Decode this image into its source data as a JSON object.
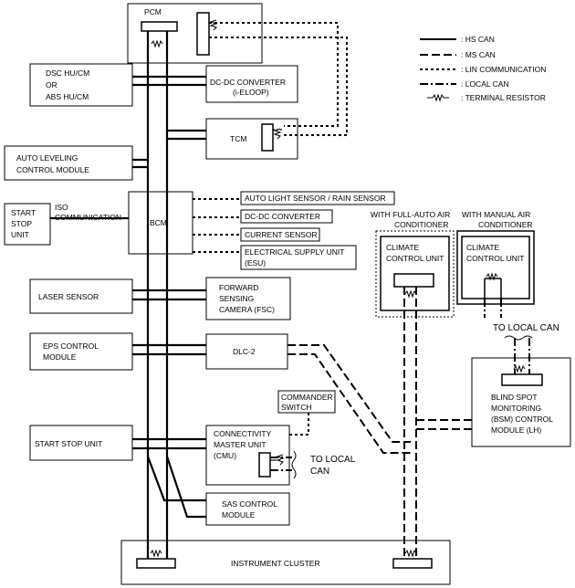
{
  "modules": {
    "pcm": "PCM",
    "dsc": [
      "DSC HU/CM",
      "OR",
      "ABS HU/CM"
    ],
    "dcdc_ieloop": [
      "DC-DC CONVERTER",
      "(i-ELOOP)"
    ],
    "tcm": "TCM",
    "auto_leveling": [
      "AUTO LEVELING",
      "CONTROL MODULE"
    ],
    "start_stop_left": [
      "START",
      "STOP",
      "UNIT"
    ],
    "iso": [
      "ISO",
      "COMMUNICATION"
    ],
    "bcm": "BCM",
    "auto_light": "AUTO LIGHT SENSOR / RAIN SENSOR",
    "dcdc": "DC-DC CONVERTER",
    "current_sensor": "CURRENT SENSOR",
    "esu": [
      "ELECTRICAL SUPPLY UNIT",
      "(ESU)"
    ],
    "laser": "LASER SENSOR",
    "fsc": [
      "FORWARD",
      "SENSING",
      "CAMERA (FSC)"
    ],
    "eps": [
      "EPS CONTROL",
      "MODULE"
    ],
    "dlc": "DLC-2",
    "commander": [
      "COMMANDER",
      "SWITCH"
    ],
    "start_stop_unit": "START STOP UNIT",
    "cmu": [
      "CONNECTIVITY",
      "MASTER UNIT",
      "(CMU)"
    ],
    "to_local_can_cmu": [
      "TO LOCAL",
      "CAN"
    ],
    "sas": [
      "SAS CONTROL",
      "MODULE"
    ],
    "instrument_cluster": "INSTRUMENT CLUSTER",
    "full_auto_header": [
      "WITH FULL-AUTO AIR",
      "CONDITIONER"
    ],
    "manual_header": [
      "WITH MANUAL AIR",
      "CONDITIONER"
    ],
    "climate_full": [
      "CLIMATE",
      "CONTROL UNIT"
    ],
    "climate_manual": [
      "CLIMATE",
      "CONTROL UNIT"
    ],
    "to_local_can_bsm": "TO LOCAL CAN",
    "bsm": [
      "BLIND SPOT",
      "MONITORING",
      "(BSM) CONTROL",
      "MODULE (LH)"
    ]
  },
  "legend": {
    "hs_can": ": HS CAN",
    "ms_can": ": MS CAN",
    "lin": ": LIN COMMUNICATION",
    "local_can": ": LOCAL CAN",
    "terminal_resistor": ": TERMINAL RESISTOR"
  }
}
